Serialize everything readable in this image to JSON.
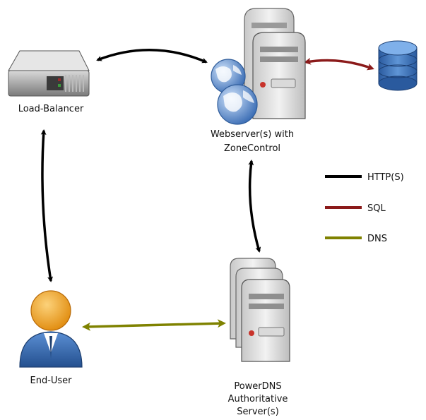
{
  "nodes": {
    "load_balancer": {
      "label": "Load-Balancer"
    },
    "webserver": {
      "label_line1": "Webserver(s) with",
      "label_line2": "ZoneControl"
    },
    "database": {
      "icon": "database-icon"
    },
    "end_user": {
      "label": "End-User"
    },
    "powerdns": {
      "label_line1": "PowerDNS",
      "label_line2": "Authoritative",
      "label_line3": "Server(s)"
    }
  },
  "legend": {
    "items": [
      {
        "label": "HTTP(S)",
        "color": "#000000"
      },
      {
        "label": "SQL",
        "color": "#8b1a1a"
      },
      {
        "label": "DNS",
        "color": "#7f8200"
      }
    ]
  },
  "colors": {
    "http": "#000000",
    "sql": "#8b1a1a",
    "dns": "#7f8200"
  }
}
